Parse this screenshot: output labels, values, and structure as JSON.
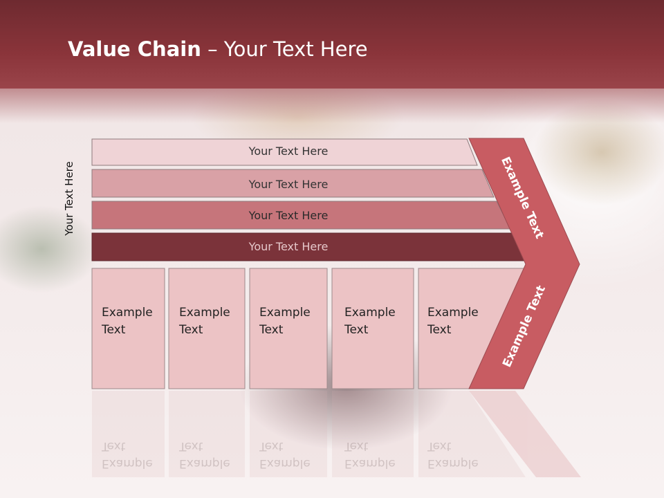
{
  "title": {
    "bold": "Value Chain",
    "rest": " – Your Text Here"
  },
  "side_label": "Your Text Here",
  "bands": [
    {
      "label": "Your Text Here",
      "fill": "#efd3d6",
      "text_color": "#333333"
    },
    {
      "label": "Your Text Here",
      "fill": "#d9a1a6",
      "text_color": "#333333"
    },
    {
      "label": "Your Text Here",
      "fill": "#c6757b",
      "text_color": "#2a2a2a"
    },
    {
      "label": "Your Text Here",
      "fill": "#7b333a",
      "text_color": "#e6c8cb"
    }
  ],
  "boxes": [
    {
      "line1": "Example",
      "line2": "Text"
    },
    {
      "line1": "Example",
      "line2": "Text"
    },
    {
      "line1": "Example",
      "line2": "Text"
    },
    {
      "line1": "Example",
      "line2": "Text"
    },
    {
      "line1": "Example",
      "line2": "Text"
    }
  ],
  "arrow": {
    "upper_label": "Example Text",
    "lower_label": "Example Text",
    "fill": "#c85c62"
  },
  "colors": {
    "box_fill": "#ecc3c5",
    "box_stroke": "#9c8a8b"
  }
}
